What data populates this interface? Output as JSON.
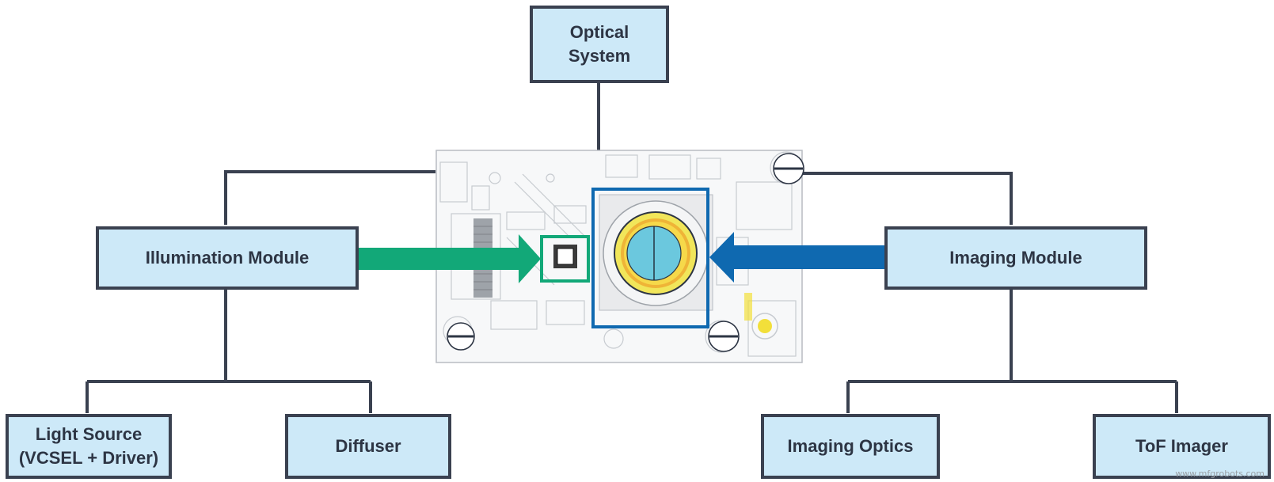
{
  "diagram": {
    "nodes": {
      "optical_system": "Optical\nSystem",
      "illumination_module": "Illumination Module",
      "imaging_module": "Imaging Module",
      "light_source": "Light Source\n(VCSEL + Driver)",
      "diffuser": "Diffuser",
      "imaging_optics": "Imaging Optics",
      "tof_imager": "ToF Imager"
    },
    "colors": {
      "box_fill": "#cde9f8",
      "box_border": "#3a4150",
      "text": "#2d3544",
      "connector": "#3a4150",
      "illumination_arrow": "#12a878",
      "imaging_arrow": "#0f69b0",
      "illumination_highlight": "#12a878",
      "imaging_highlight": "#0f69b0"
    },
    "center_image": "pcb-board"
  },
  "watermark": "www.mfgrobots.com"
}
